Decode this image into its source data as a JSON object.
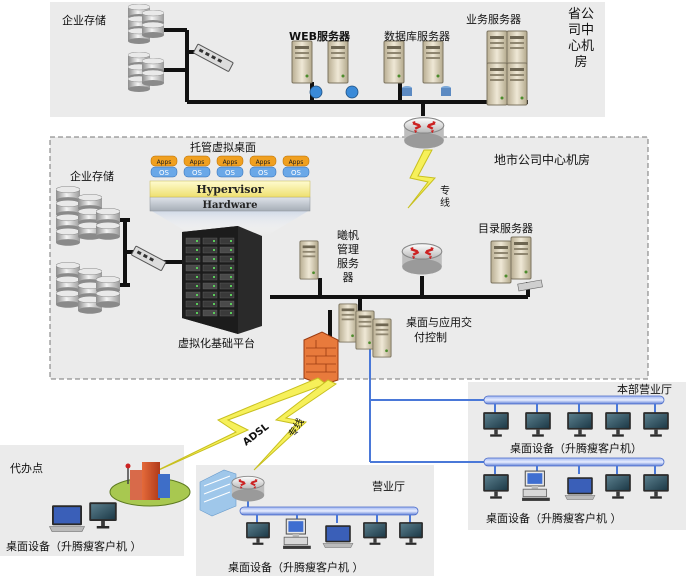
{
  "province": {
    "room_label": "省公司中心机房",
    "storage_label": "企业存储",
    "web_label": "WEB服务器",
    "db_label": "数据库服务器",
    "biz_label": "业务服务器"
  },
  "city": {
    "room_label": "地市公司中心机房",
    "storage_label": "企业存储",
    "hosted_label": "托管虚拟桌面",
    "apps_label": "Apps",
    "os_label": "OS",
    "hypervisor_label": "Hypervisor",
    "hardware_label": "Hardware",
    "platform_label": "虚拟化基础平台",
    "xiyun_label": "曦帆管理服务器",
    "directory_label": "目录服务器",
    "delivery_label_1": "桌面与应用交",
    "delivery_label_2": "付控制",
    "dedicated_line_label": "专线"
  },
  "links": {
    "adsl_label": "ADSL",
    "dedicated_label": "专线"
  },
  "agent": {
    "title": "代办点",
    "device_label": "桌面设备（升腾瘦客户机 ）"
  },
  "hall": {
    "title": "营业厅",
    "device_label": "桌面设备（升腾瘦客户机 ）"
  },
  "main_hall": {
    "title": "本部营业厅",
    "device_label_1": "桌面设备（升腾瘦客户机）",
    "device_label_2": "桌面设备（升腾瘦客户机 ）"
  },
  "colors": {
    "lan": "#4a78d8",
    "wan": "#111111",
    "link": "#e8e820",
    "zone_bg": "#ebebeb",
    "server": "#d8cfb8"
  }
}
